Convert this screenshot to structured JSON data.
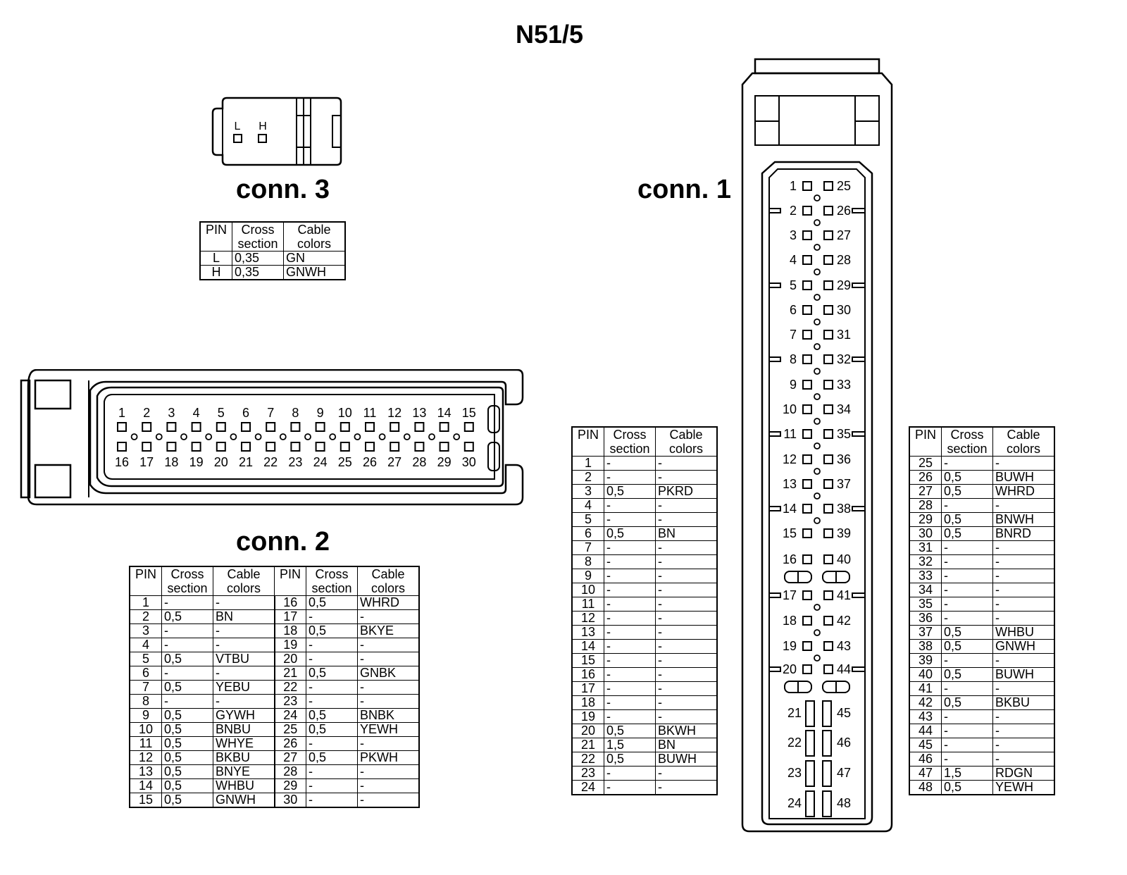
{
  "title": "N51/5",
  "headers": {
    "pin": "PIN",
    "cross": [
      "Cross",
      "section"
    ],
    "cable": [
      "Cable",
      "colors"
    ]
  },
  "conn3": {
    "label": "conn. 3",
    "pin_letters": [
      "L",
      "H"
    ],
    "rows": [
      {
        "pin": "L",
        "cross": "0,35",
        "color": "GN"
      },
      {
        "pin": "H",
        "cross": "0,35",
        "color": "GNWH"
      }
    ]
  },
  "conn2": {
    "label": "conn. 2",
    "top_pins": [
      "1",
      "2",
      "3",
      "4",
      "5",
      "6",
      "7",
      "8",
      "9",
      "10",
      "11",
      "12",
      "13",
      "14",
      "15"
    ],
    "bottom_pins": [
      "16",
      "17",
      "18",
      "19",
      "20",
      "21",
      "22",
      "23",
      "24",
      "25",
      "26",
      "27",
      "28",
      "29",
      "30"
    ],
    "rows": [
      {
        "pin": "1",
        "cross": "-",
        "color": "-"
      },
      {
        "pin": "2",
        "cross": "0,5",
        "color": "BN"
      },
      {
        "pin": "3",
        "cross": "-",
        "color": "-"
      },
      {
        "pin": "4",
        "cross": "-",
        "color": "-"
      },
      {
        "pin": "5",
        "cross": "0,5",
        "color": "VTBU"
      },
      {
        "pin": "6",
        "cross": "-",
        "color": "-"
      },
      {
        "pin": "7",
        "cross": "0,5",
        "color": "YEBU"
      },
      {
        "pin": "8",
        "cross": "-",
        "color": "-"
      },
      {
        "pin": "9",
        "cross": "0,5",
        "color": "GYWH"
      },
      {
        "pin": "10",
        "cross": "0,5",
        "color": "BNBU"
      },
      {
        "pin": "11",
        "cross": "0,5",
        "color": "WHYE"
      },
      {
        "pin": "12",
        "cross": "0,5",
        "color": "BKBU"
      },
      {
        "pin": "13",
        "cross": "0,5",
        "color": "BNYE"
      },
      {
        "pin": "14",
        "cross": "0,5",
        "color": "WHBU"
      },
      {
        "pin": "15",
        "cross": "0,5",
        "color": "GNWH"
      },
      {
        "pin": "16",
        "cross": "0,5",
        "color": "WHRD"
      },
      {
        "pin": "17",
        "cross": "-",
        "color": "-"
      },
      {
        "pin": "18",
        "cross": "0,5",
        "color": "BKYE"
      },
      {
        "pin": "19",
        "cross": "-",
        "color": "-"
      },
      {
        "pin": "20",
        "cross": "-",
        "color": "-"
      },
      {
        "pin": "21",
        "cross": "0,5",
        "color": "GNBK"
      },
      {
        "pin": "22",
        "cross": "-",
        "color": "-"
      },
      {
        "pin": "23",
        "cross": "-",
        "color": "-"
      },
      {
        "pin": "24",
        "cross": "0,5",
        "color": "BNBK"
      },
      {
        "pin": "25",
        "cross": "0,5",
        "color": "YEWH"
      },
      {
        "pin": "26",
        "cross": "-",
        "color": "-"
      },
      {
        "pin": "27",
        "cross": "0,5",
        "color": "PKWH"
      },
      {
        "pin": "28",
        "cross": "-",
        "color": "-"
      },
      {
        "pin": "29",
        "cross": "-",
        "color": "-"
      },
      {
        "pin": "30",
        "cross": "-",
        "color": "-"
      }
    ]
  },
  "conn1": {
    "label": "conn. 1",
    "rows": [
      {
        "pin": "1",
        "cross": "-",
        "color": "-"
      },
      {
        "pin": "2",
        "cross": "-",
        "color": "-"
      },
      {
        "pin": "3",
        "cross": "0,5",
        "color": "PKRD"
      },
      {
        "pin": "4",
        "cross": "-",
        "color": "-"
      },
      {
        "pin": "5",
        "cross": "-",
        "color": "-"
      },
      {
        "pin": "6",
        "cross": "0,5",
        "color": "BN"
      },
      {
        "pin": "7",
        "cross": "-",
        "color": "-"
      },
      {
        "pin": "8",
        "cross": "-",
        "color": "-"
      },
      {
        "pin": "9",
        "cross": "-",
        "color": "-"
      },
      {
        "pin": "10",
        "cross": "-",
        "color": "-"
      },
      {
        "pin": "11",
        "cross": "-",
        "color": "-"
      },
      {
        "pin": "12",
        "cross": "-",
        "color": "-"
      },
      {
        "pin": "13",
        "cross": "-",
        "color": "-"
      },
      {
        "pin": "14",
        "cross": "-",
        "color": "-"
      },
      {
        "pin": "15",
        "cross": "-",
        "color": "-"
      },
      {
        "pin": "16",
        "cross": "-",
        "color": "-"
      },
      {
        "pin": "17",
        "cross": "-",
        "color": "-"
      },
      {
        "pin": "18",
        "cross": "-",
        "color": "-"
      },
      {
        "pin": "19",
        "cross": "-",
        "color": "-"
      },
      {
        "pin": "20",
        "cross": "0,5",
        "color": "BKWH"
      },
      {
        "pin": "21",
        "cross": "1,5",
        "color": "BN"
      },
      {
        "pin": "22",
        "cross": "0,5",
        "color": "BUWH"
      },
      {
        "pin": "23",
        "cross": "-",
        "color": "-"
      },
      {
        "pin": "24",
        "cross": "-",
        "color": "-"
      },
      {
        "pin": "25",
        "cross": "-",
        "color": "-"
      },
      {
        "pin": "26",
        "cross": "0,5",
        "color": "BUWH"
      },
      {
        "pin": "27",
        "cross": "0,5",
        "color": "WHRD"
      },
      {
        "pin": "28",
        "cross": "-",
        "color": "-"
      },
      {
        "pin": "29",
        "cross": "0,5",
        "color": "BNWH"
      },
      {
        "pin": "30",
        "cross": "0,5",
        "color": "BNRD"
      },
      {
        "pin": "31",
        "cross": "-",
        "color": "-"
      },
      {
        "pin": "32",
        "cross": "-",
        "color": "-"
      },
      {
        "pin": "33",
        "cross": "-",
        "color": "-"
      },
      {
        "pin": "34",
        "cross": "-",
        "color": "-"
      },
      {
        "pin": "35",
        "cross": "-",
        "color": "-"
      },
      {
        "pin": "36",
        "cross": "-",
        "color": "-"
      },
      {
        "pin": "37",
        "cross": "0,5",
        "color": "WHBU"
      },
      {
        "pin": "38",
        "cross": "0,5",
        "color": "GNWH"
      },
      {
        "pin": "39",
        "cross": "-",
        "color": "-"
      },
      {
        "pin": "40",
        "cross": "0,5",
        "color": "BUWH"
      },
      {
        "pin": "41",
        "cross": "-",
        "color": "-"
      },
      {
        "pin": "42",
        "cross": "0,5",
        "color": "BKBU"
      },
      {
        "pin": "43",
        "cross": "-",
        "color": "-"
      },
      {
        "pin": "44",
        "cross": "-",
        "color": "-"
      },
      {
        "pin": "45",
        "cross": "-",
        "color": "-"
      },
      {
        "pin": "46",
        "cross": "-",
        "color": "-"
      },
      {
        "pin": "47",
        "cross": "1,5",
        "color": "RDGN"
      },
      {
        "pin": "48",
        "cross": "0,5",
        "color": "YEWH"
      }
    ]
  }
}
